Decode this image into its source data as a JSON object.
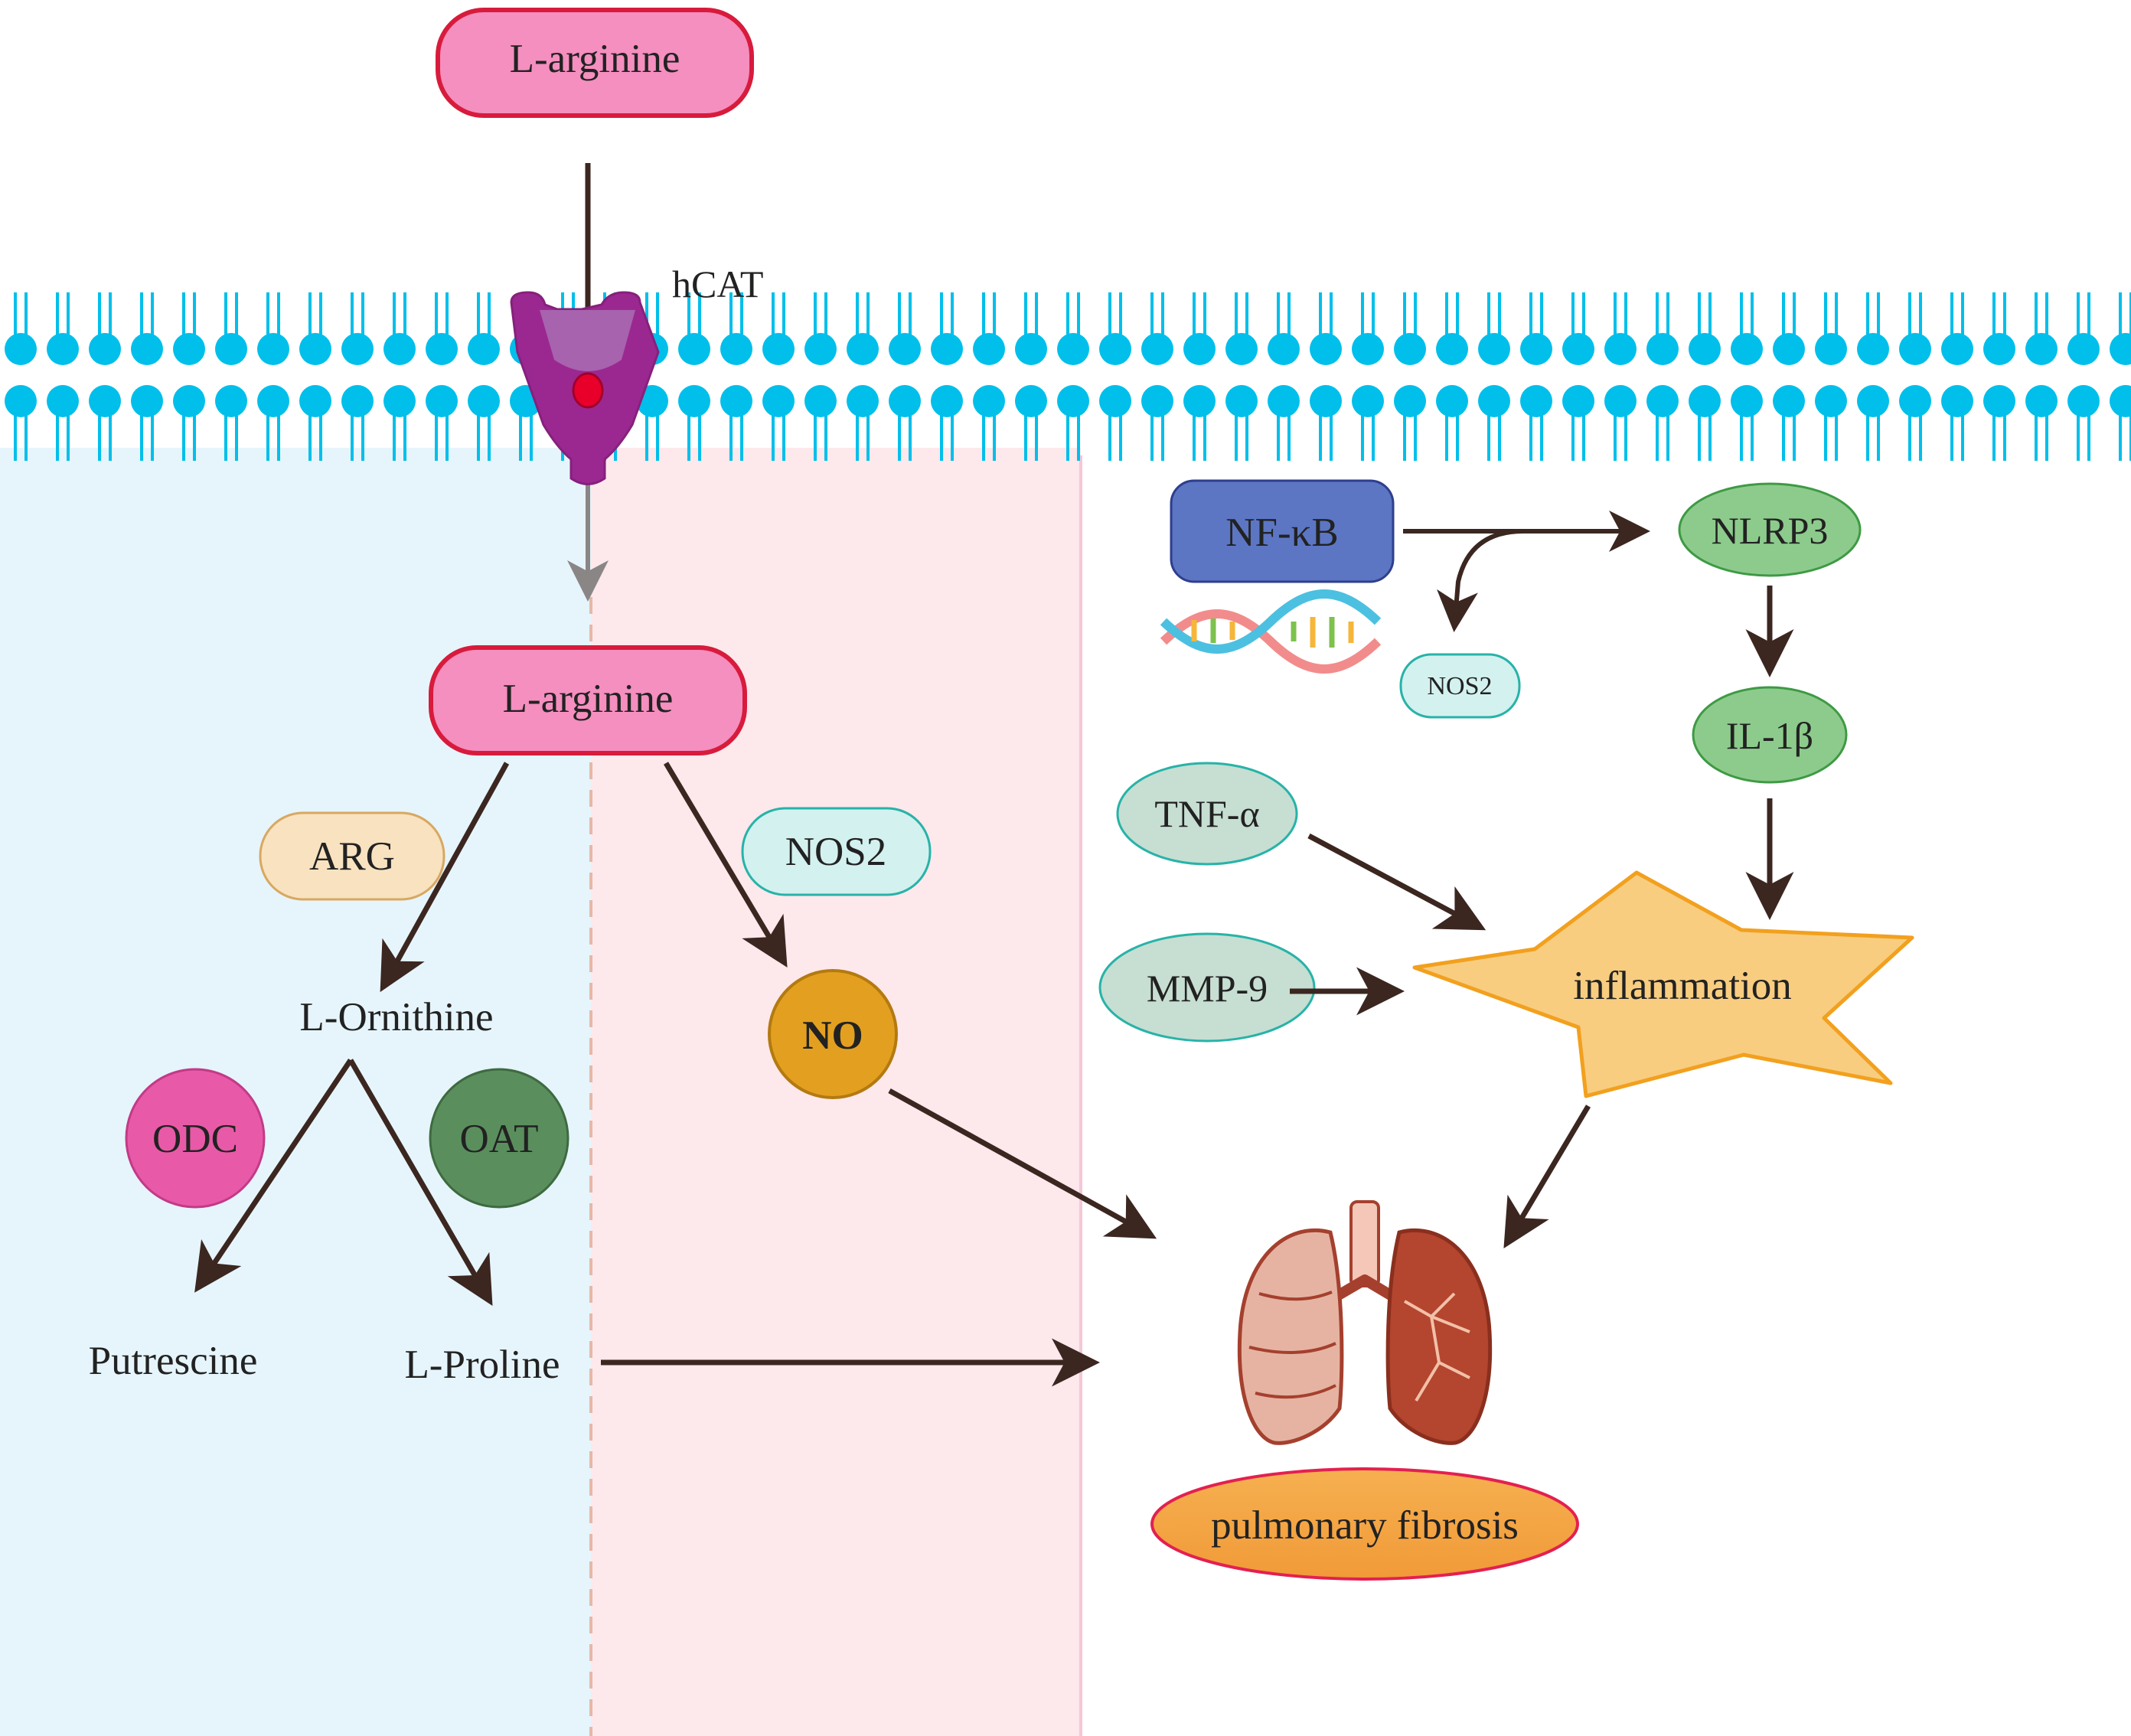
{
  "transport": {
    "extracellular_substrate": "L-arginine",
    "transporter": "hCAT",
    "intracellular_substrate": "L-arginine"
  },
  "left_pathway": {
    "enzyme_arg": "ARG",
    "product_ornithine": "L-Ornithine",
    "enzyme_odc": "ODC",
    "enzyme_oat": "OAT",
    "product_putrescine": "Putrescine",
    "product_proline": "L-Proline"
  },
  "middle_pathway": {
    "enzyme_nos2": "NOS2",
    "product_no": "NO"
  },
  "right_pathway": {
    "nfkb": "NF-κB",
    "nos2_gene": "NOS2",
    "nlrp3": "NLRP3",
    "il1b": "IL-1β",
    "tnfa": "TNF-α",
    "mmp9": "MMP-9",
    "inflammation": "inflammation"
  },
  "outcome": {
    "label": "pulmonary fibrosis"
  },
  "colors": {
    "membrane": "#00bfea",
    "left_panel": "#e6f5fb",
    "middle_panel": "#fde8ec",
    "arginine_fill": "#f48fbf",
    "arginine_stroke": "#d81b3c",
    "arg_fill": "#f8e2c0",
    "nos2_fill": "#d3f1ef",
    "odc_fill": "#e85aa8",
    "oat_fill": "#5a8f5d",
    "no_fill": "#e3a020",
    "nfkb_fill": "#5c76c4",
    "nlrp3_fill": "#8dcb8c",
    "cytokine_fill": "#c7ded2",
    "inflammation_fill": "#f8cd80",
    "inflammation_stroke": "#f2a01e",
    "fibrosis_fill": "#f4a646",
    "arrow": "#3b2620",
    "lung": "#a5402e"
  },
  "icons": [
    "cell-membrane",
    "transporter-protein-icon",
    "dna-helix-icon",
    "lungs-icon"
  ]
}
